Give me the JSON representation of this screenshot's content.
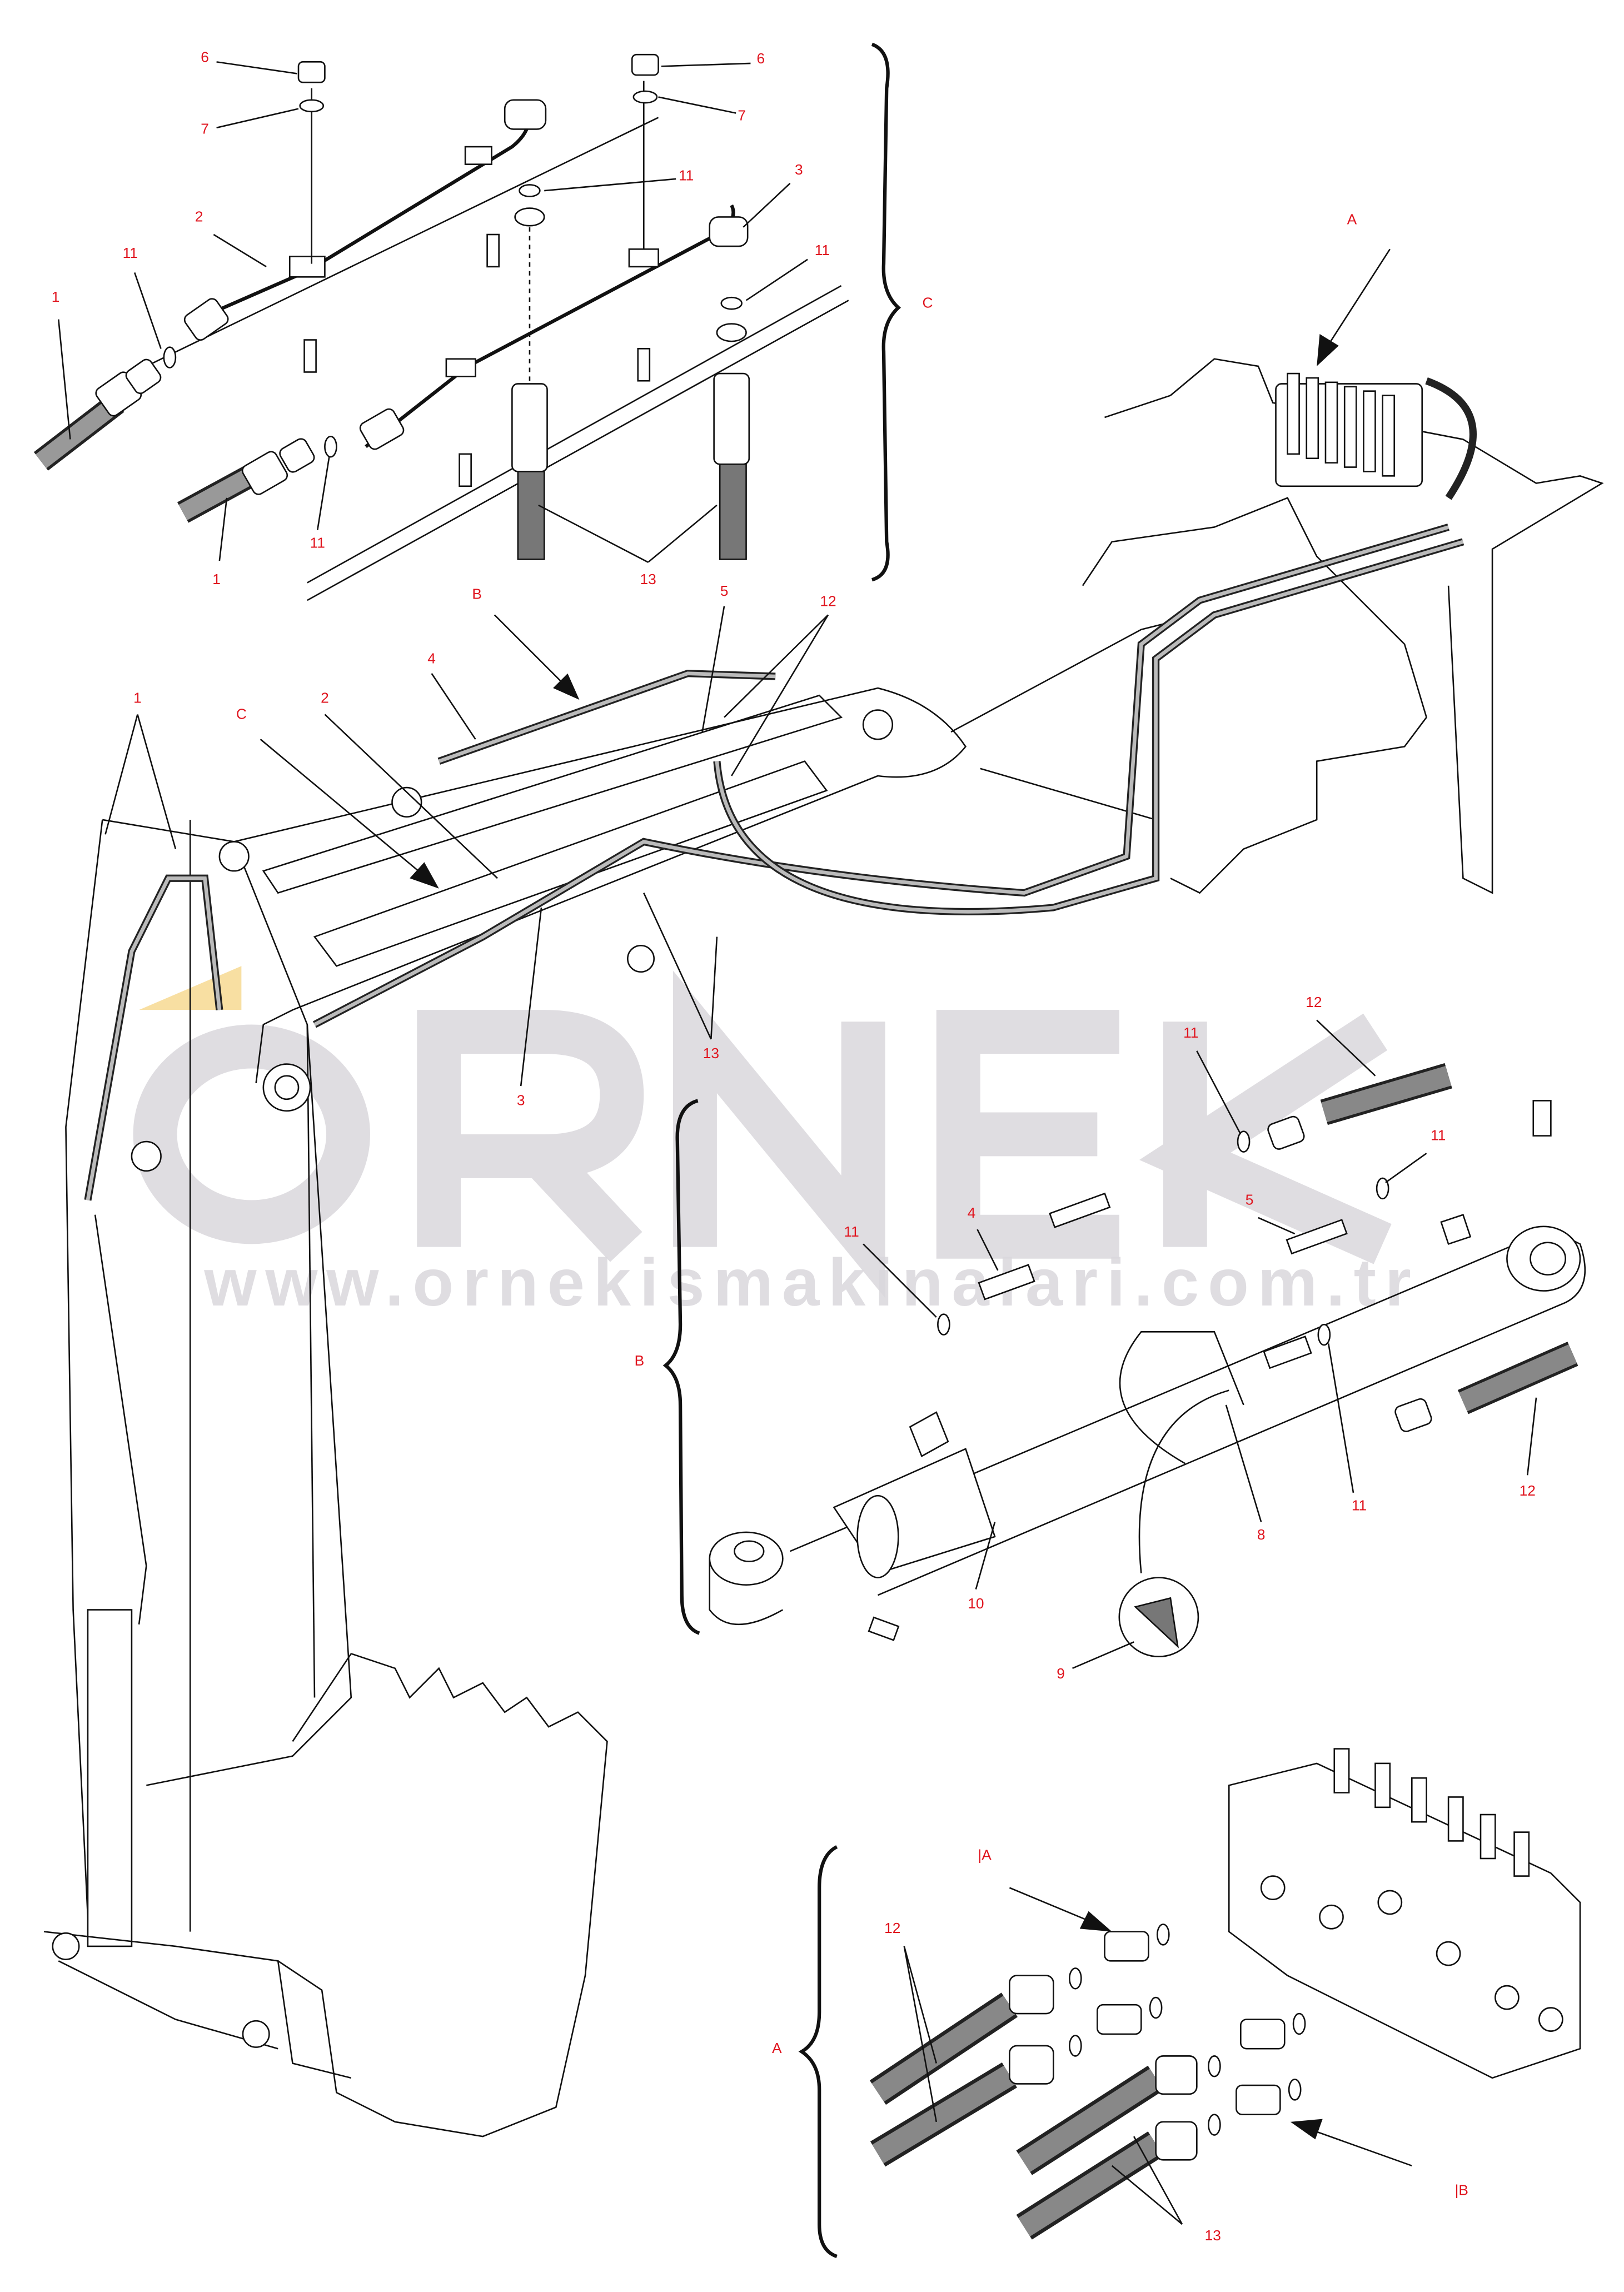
{
  "watermark": {
    "brand": "ORNEK",
    "url": "www.ornekismakinalari.com.tr",
    "brand_color": "#dcdadf",
    "accent": "#f5d27a"
  },
  "label_color": "#e0141e",
  "inset_c": {
    "labels": [
      "6",
      "7",
      "6",
      "7",
      "11",
      "3",
      "11",
      "2",
      "11",
      "1",
      "11",
      "1",
      "13"
    ],
    "bracket_label": "C"
  },
  "main_view": {
    "labels": [
      "A",
      "B",
      "5",
      "12",
      "4",
      "2",
      "C",
      "1",
      "13",
      "3"
    ]
  },
  "inset_b": {
    "labels": [
      "12",
      "11",
      "11",
      "4",
      "5",
      "11",
      "8",
      "11",
      "12",
      "10",
      "9"
    ],
    "bracket_label": "B"
  },
  "inset_a": {
    "labels": [
      "|A",
      "12",
      "|B",
      "13"
    ],
    "bracket_label": "A"
  }
}
